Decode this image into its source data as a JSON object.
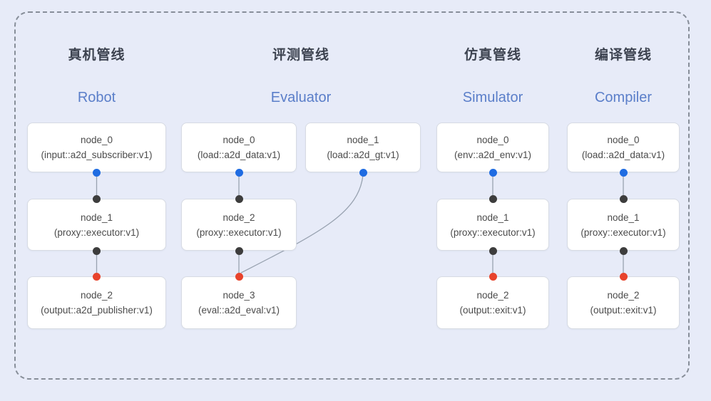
{
  "diagram": {
    "background_color": "#e7ebf8",
    "frame_style": "dashed rounded rectangle",
    "frame_color": "#878e99",
    "port_colors": {
      "source_output": "#1f6ce2",
      "proxy_port": "#3d3d3d",
      "sink_input": "#e8432c"
    },
    "edge_color": "#98a2b0"
  },
  "pipelines": [
    {
      "title": "真机管线",
      "subtitle": "Robot",
      "nodes": [
        {
          "name": "node_0",
          "type": "(input::a2d_subscriber:v1)"
        },
        {
          "name": "node_1",
          "type": "(proxy::executor:v1)"
        },
        {
          "name": "node_2",
          "type": "(output::a2d_publisher:v1)"
        }
      ],
      "connections": [
        {
          "from": "node_0",
          "to": "node_1"
        },
        {
          "from": "node_1",
          "to": "node_2"
        }
      ]
    },
    {
      "title": "评测管线",
      "subtitle": "Evaluator",
      "nodes": [
        {
          "name": "node_0",
          "type": "(load::a2d_data:v1)"
        },
        {
          "name": "node_1",
          "type": "(load::a2d_gt:v1)"
        },
        {
          "name": "node_2",
          "type": "(proxy::executor:v1)"
        },
        {
          "name": "node_3",
          "type": "(eval::a2d_eval:v1)"
        }
      ],
      "connections": [
        {
          "from": "node_0",
          "to": "node_2"
        },
        {
          "from": "node_2",
          "to": "node_3"
        },
        {
          "from": "node_1",
          "to": "node_3",
          "shape": "curved"
        }
      ]
    },
    {
      "title": "仿真管线",
      "subtitle": "Simulator",
      "nodes": [
        {
          "name": "node_0",
          "type": "(env::a2d_env:v1)"
        },
        {
          "name": "node_1",
          "type": "(proxy::executor:v1)"
        },
        {
          "name": "node_2",
          "type": "(output::exit:v1)"
        }
      ],
      "connections": [
        {
          "from": "node_0",
          "to": "node_1"
        },
        {
          "from": "node_1",
          "to": "node_2"
        }
      ]
    },
    {
      "title": "编译管线",
      "subtitle": "Compiler",
      "nodes": [
        {
          "name": "node_0",
          "type": "(load::a2d_data:v1)"
        },
        {
          "name": "node_1",
          "type": "(proxy::executor:v1)"
        },
        {
          "name": "node_2",
          "type": "(output::exit:v1)"
        }
      ],
      "connections": [
        {
          "from": "node_0",
          "to": "node_1"
        },
        {
          "from": "node_1",
          "to": "node_2"
        }
      ]
    }
  ]
}
